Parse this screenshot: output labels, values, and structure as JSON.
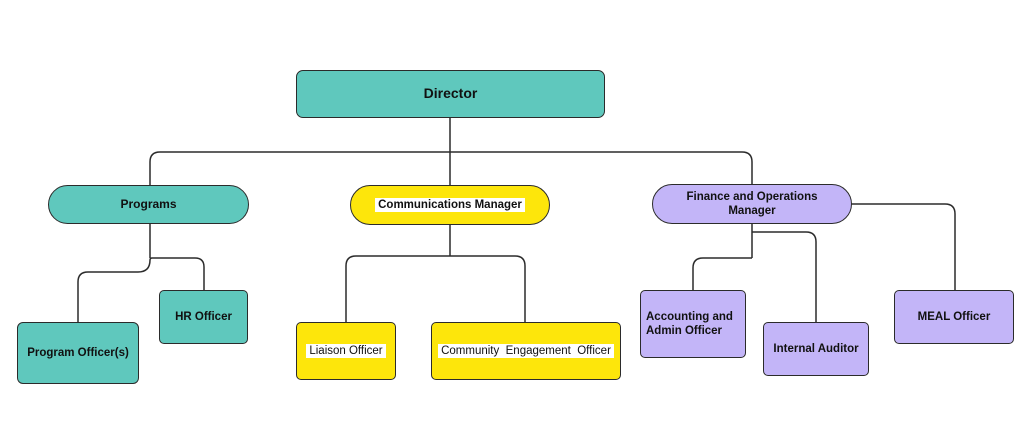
{
  "colors": {
    "teal": "#5fc8bd",
    "yellow": "#fde60b",
    "purple": "#c3b5f8",
    "line": "#2b2b2b"
  },
  "nodes": {
    "director": "Director",
    "programs": "Programs",
    "communications_manager": "Communications Manager",
    "finance_ops_manager": "Finance and Operations Manager",
    "program_officers": "Program Officer(s)",
    "hr_officer": "HR Officer",
    "liaison_officer": "Liaison Officer",
    "community_engagement_officer": "Community  Engagement  Officer",
    "accounting_admin_officer": "Accounting and Admin Officer",
    "internal_auditor": "Internal Auditor",
    "meal_officer": "MEAL Officer"
  }
}
